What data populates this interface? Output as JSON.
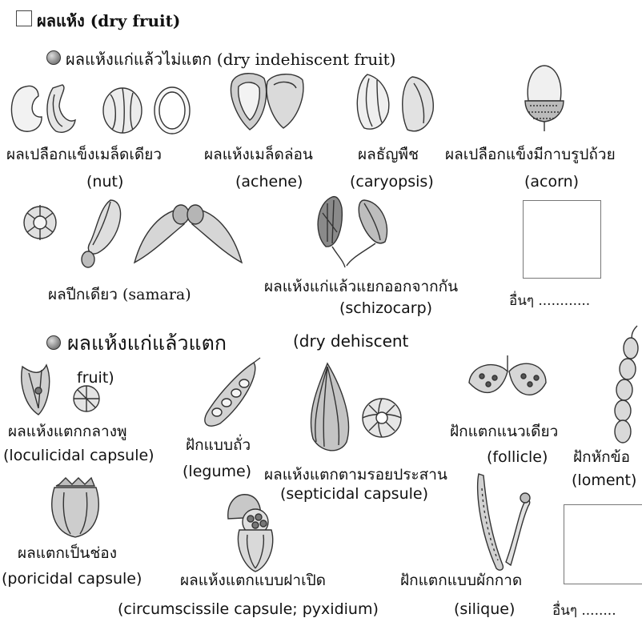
{
  "title": {
    "checkbox_icon": "empty-checkbox-icon",
    "text": "ผลแห้ง (dry fruit)"
  },
  "section1": {
    "heading": "ผลแห้งแก่แล้วไม่แตก (dry indehiscent fruit)"
  },
  "section2": {
    "heading_thai": "ผลแห้งแก่แล้วแตก",
    "heading_en": "(dry dehiscent",
    "heading_en2": "fruit)"
  },
  "items": {
    "nut": {
      "thai": "ผลเปลือกแข็งเมล็ดเดียว",
      "en": "(nut)"
    },
    "achene": {
      "thai": "ผลแห้งเมล็ดล่อน",
      "en": "(achene)"
    },
    "caryopsis": {
      "thai": "ผลธัญพืช",
      "en": "(caryopsis)"
    },
    "acorn": {
      "thai": "ผลเปลือกแข็งมีกาบรูปถ้วย",
      "en": "(acorn)"
    },
    "samara": {
      "text": "ผลปีกเดียว (samara)"
    },
    "schizocarp": {
      "thai": "ผลแห้งแก่แล้วแยกออกจากกัน",
      "en": "(schizocarp)"
    },
    "other1": {
      "text": "อื่นๆ ............"
    },
    "loculicidal": {
      "thai": "ผลแห้งแตกกลางพู",
      "en": "(loculicidal capsule)"
    },
    "legume": {
      "thai": "ฝักแบบถั่ว",
      "en": "(legume)"
    },
    "septicidal": {
      "thai": "ผลแห้งแตกตามรอยประสาน",
      "en": "(septicidal capsule)"
    },
    "follicle": {
      "thai": "ฝักแตกแนวเดียว",
      "en": "(follicle)"
    },
    "loment": {
      "thai": "ฝักหักข้อ",
      "en": "(loment)"
    },
    "poricidal": {
      "thai": "ผลแตกเป็นช่อง",
      "en": "(poricidal capsule)"
    },
    "circumscissile": {
      "thai": "ผลแห้งแตกแบบฝาเปิด",
      "en": "(circumscissile capsule; pyxidium)"
    },
    "silique": {
      "thai": "ฝักแตกแบบผักกาด",
      "en": "(silique)"
    },
    "other2": {
      "text": "อื่นๆ ........"
    }
  }
}
